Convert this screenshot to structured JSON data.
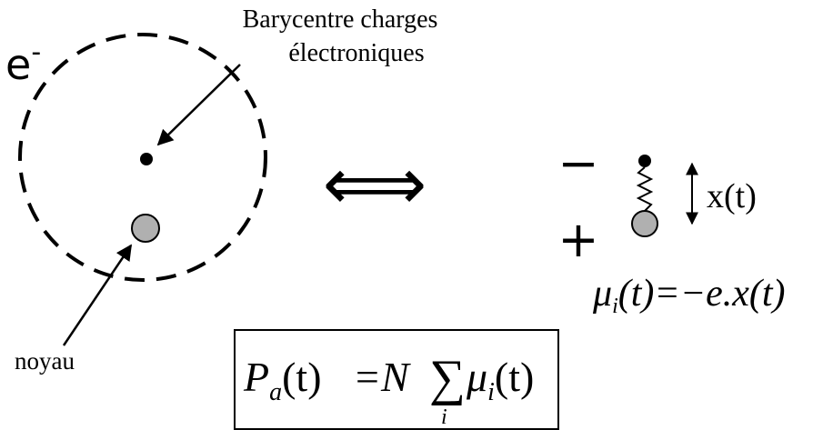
{
  "labels": {
    "electron": "e",
    "electron_sup": "-",
    "barycentre_line1": "Barycentre charges",
    "barycentre_line2": "électroniques",
    "nucleus": "noyau",
    "equivalence": "⟺",
    "minus_sign": "−",
    "plus_sign": "+",
    "displacement": "x(t)"
  },
  "equations": {
    "dipole": {
      "lhs_var": "μ",
      "lhs_sub": "i",
      "lhs_arg": "(t)",
      "rhs": "=−e.x(t)"
    },
    "polarization": {
      "P": "P",
      "P_sub": "a",
      "P_arg": "(t)",
      "equals_N": "=N",
      "sum": "∑",
      "sum_index": "i",
      "mu": "μ",
      "mu_sub": "i",
      "mu_arg": "(t)"
    }
  },
  "colors": {
    "stroke": "#000000",
    "nucleus_fill": "#b0b0b0",
    "electron_fill": "#000000",
    "background": "#ffffff"
  }
}
